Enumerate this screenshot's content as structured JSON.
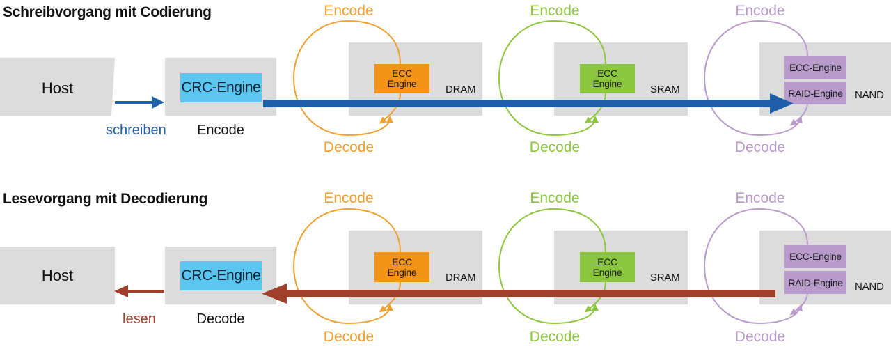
{
  "write": {
    "title": "Schreibvorgang mit Codierung",
    "host": "Host",
    "crc": "CRC-Engine",
    "crc_label": "Encode",
    "action": "schreiben",
    "dram": {
      "ecc_line1": "ECC",
      "ecc_line2": "Engine",
      "label": "DRAM",
      "encode": "Encode",
      "decode": "Decode"
    },
    "sram": {
      "ecc_line1": "ECC",
      "ecc_line2": "Engine",
      "label": "SRAM",
      "encode": "Encode",
      "decode": "Decode"
    },
    "nand": {
      "ecc": "ECC-Engine",
      "raid": "RAID-Engine",
      "label": "NAND",
      "encode": "Encode",
      "decode": "Decode"
    }
  },
  "read": {
    "title": "Lesevorgang mit Decodierung",
    "host": "Host",
    "crc": "CRC-Engine",
    "crc_label": "Decode",
    "action": "lesen",
    "dram": {
      "ecc_line1": "ECC",
      "ecc_line2": "Engine",
      "label": "DRAM",
      "encode": "Encode",
      "decode": "Decode"
    },
    "sram": {
      "ecc_line1": "ECC",
      "ecc_line2": "Engine",
      "label": "SRAM",
      "encode": "Encode",
      "decode": "Decode"
    },
    "nand": {
      "ecc": "ECC-Engine",
      "raid": "RAID-Engine",
      "label": "NAND",
      "encode": "Encode",
      "decode": "Decode"
    }
  },
  "colors": {
    "panel": "#dcdcdc",
    "crc": "#5bc6f0",
    "dram": "#f39418",
    "sram": "#8cc63f",
    "nand": "#b99bcb",
    "write_arrow": "#1f5ea8",
    "read_arrow": "#a0402a"
  }
}
